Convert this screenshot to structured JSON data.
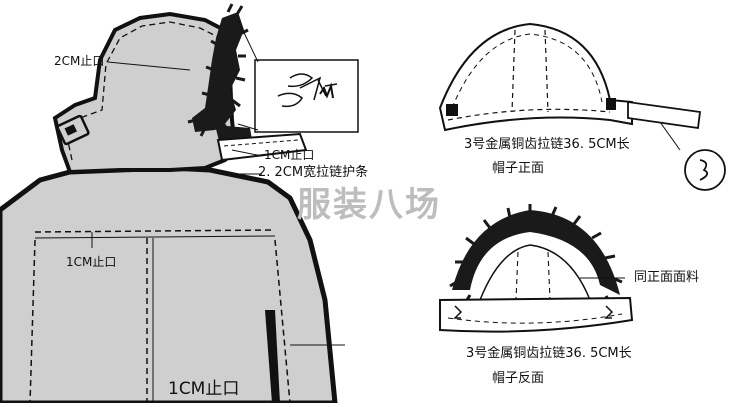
{
  "labels": {
    "brim_stop": "2CM止口",
    "chest_stop": "1CM止口",
    "zip_stop": "1CM止口",
    "zip_guard": "2. 2CM宽拉链护条",
    "bottom_stop": "1CM止口",
    "front_zip": "3号金属铜齿拉链36. 5CM长",
    "front_title": "帽子正面",
    "back_same_fabric": "同正面面料",
    "back_zip": "3号金属铜齿拉链36. 5CM长",
    "back_title": "帽子反面"
  },
  "watermark": "服装八场",
  "colors": {
    "garment_fill": "#cfcfcf",
    "outline": "#111111",
    "fur": "#1a1a1a",
    "watermark": "#bdbdbd"
  }
}
